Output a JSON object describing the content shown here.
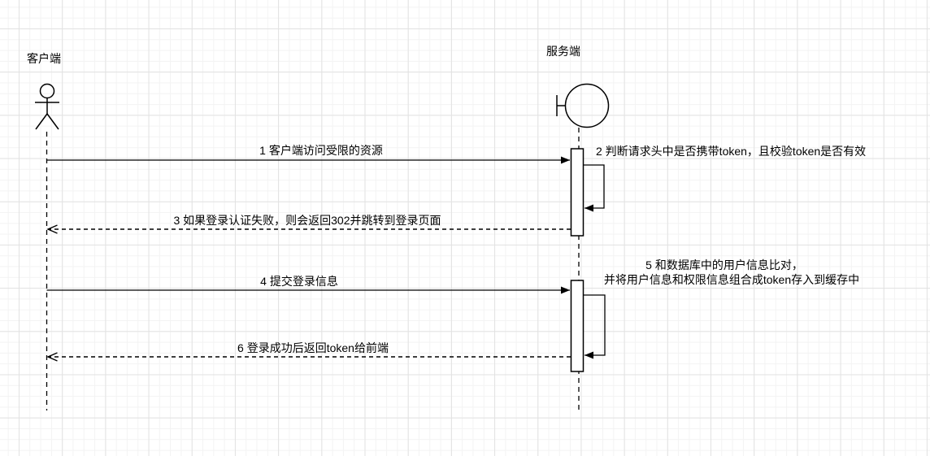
{
  "diagram": {
    "type": "uml-sequence",
    "participants": [
      {
        "id": "client",
        "label": "客户端",
        "symbol": "actor"
      },
      {
        "id": "server",
        "label": "服务端",
        "symbol": "boundary"
      }
    ],
    "messages": [
      {
        "label": "1 客户端访问受限的资源",
        "from": "client",
        "to": "server",
        "line": "solid",
        "arrow": "filled"
      },
      {
        "label": "2 判断请求头中是否携带token，且校验token是否有效",
        "from": "server",
        "to": "server",
        "line": "solid-self",
        "arrow": "filled"
      },
      {
        "label": "3 如果登录认证失败，则会返回302并跳转到登录页面",
        "from": "server",
        "to": "client",
        "line": "dashed",
        "arrow": "open"
      },
      {
        "label": "4 提交登录信息",
        "from": "client",
        "to": "server",
        "line": "solid",
        "arrow": "filled"
      },
      {
        "label_line1": "5 和数据库中的用户信息比对，",
        "label_line2": "并将用户信息和权限信息组合成token存入到缓存中",
        "from": "server",
        "to": "server",
        "line": "solid-self",
        "arrow": "filled"
      },
      {
        "label": "6 登录成功后返回token给前端",
        "from": "server",
        "to": "client",
        "line": "dashed",
        "arrow": "open"
      }
    ],
    "colors": {
      "stroke": "#000000",
      "text": "#000000",
      "background": "#ffffff",
      "grid_minor": "#f3f3f3",
      "grid_major": "#e2e2e2"
    }
  }
}
